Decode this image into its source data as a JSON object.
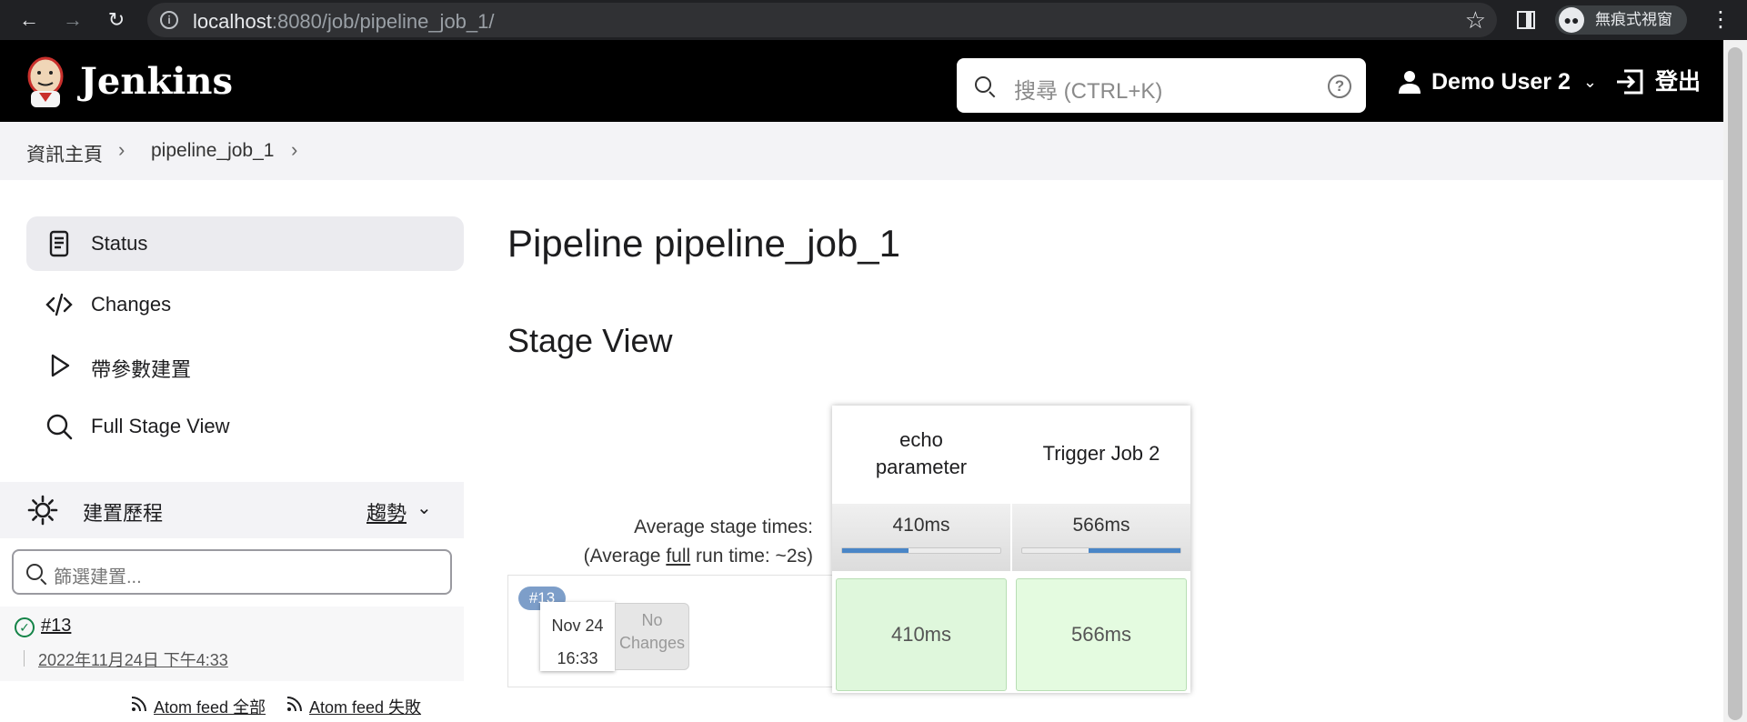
{
  "browser": {
    "url_host": "localhost",
    "url_path": ":8080/job/pipeline_job_1/",
    "incognito_label": "無痕式視窗"
  },
  "header": {
    "brand": "Jenkins",
    "search_placeholder": "搜尋 (CTRL+K)",
    "user_name": "Demo User 2",
    "logout_label": "登出"
  },
  "breadcrumb": {
    "items": [
      "資訊主頁",
      "pipeline_job_1"
    ]
  },
  "sidebar": {
    "tasks": [
      {
        "label": "Status",
        "icon": "document-icon"
      },
      {
        "label": "Changes",
        "icon": "code-icon"
      },
      {
        "label": "帶參數建置",
        "icon": "play-icon"
      },
      {
        "label": "Full Stage View",
        "icon": "search-icon"
      }
    ],
    "build_history": {
      "title": "建置歷程",
      "trend_label": "趨勢",
      "filter_placeholder": "篩選建置...",
      "builds": [
        {
          "number": "#13",
          "timestamp": "2022年11月24日 下午4:33",
          "status": "success"
        }
      ],
      "feed_all": "Atom feed 全部",
      "feed_failed": "Atom feed 失敗"
    }
  },
  "main": {
    "page_title": "Pipeline pipeline_job_1",
    "stage_view_title": "Stage View",
    "avg_stage_times": "Average stage times:",
    "avg_full_prefix": "(Average ",
    "avg_full_word": "full",
    "avg_full_suffix": " run time: ~2s)",
    "stages": [
      {
        "name": "echo parameter",
        "avg": "410ms",
        "avg_fraction": 0.42,
        "avg_offset": 0.0
      },
      {
        "name": "Trigger Job 2",
        "avg": "566ms",
        "avg_fraction": 0.58,
        "avg_offset": 0.42
      }
    ],
    "run": {
      "badge": "#13",
      "date": "Nov 24",
      "time": "16:33",
      "no_changes": "No Changes",
      "cells": [
        "410ms",
        "566ms"
      ]
    }
  },
  "colors": {
    "success": "#138347",
    "stage_success_bg": "#dff7dc",
    "progress": "#4a86c7"
  }
}
